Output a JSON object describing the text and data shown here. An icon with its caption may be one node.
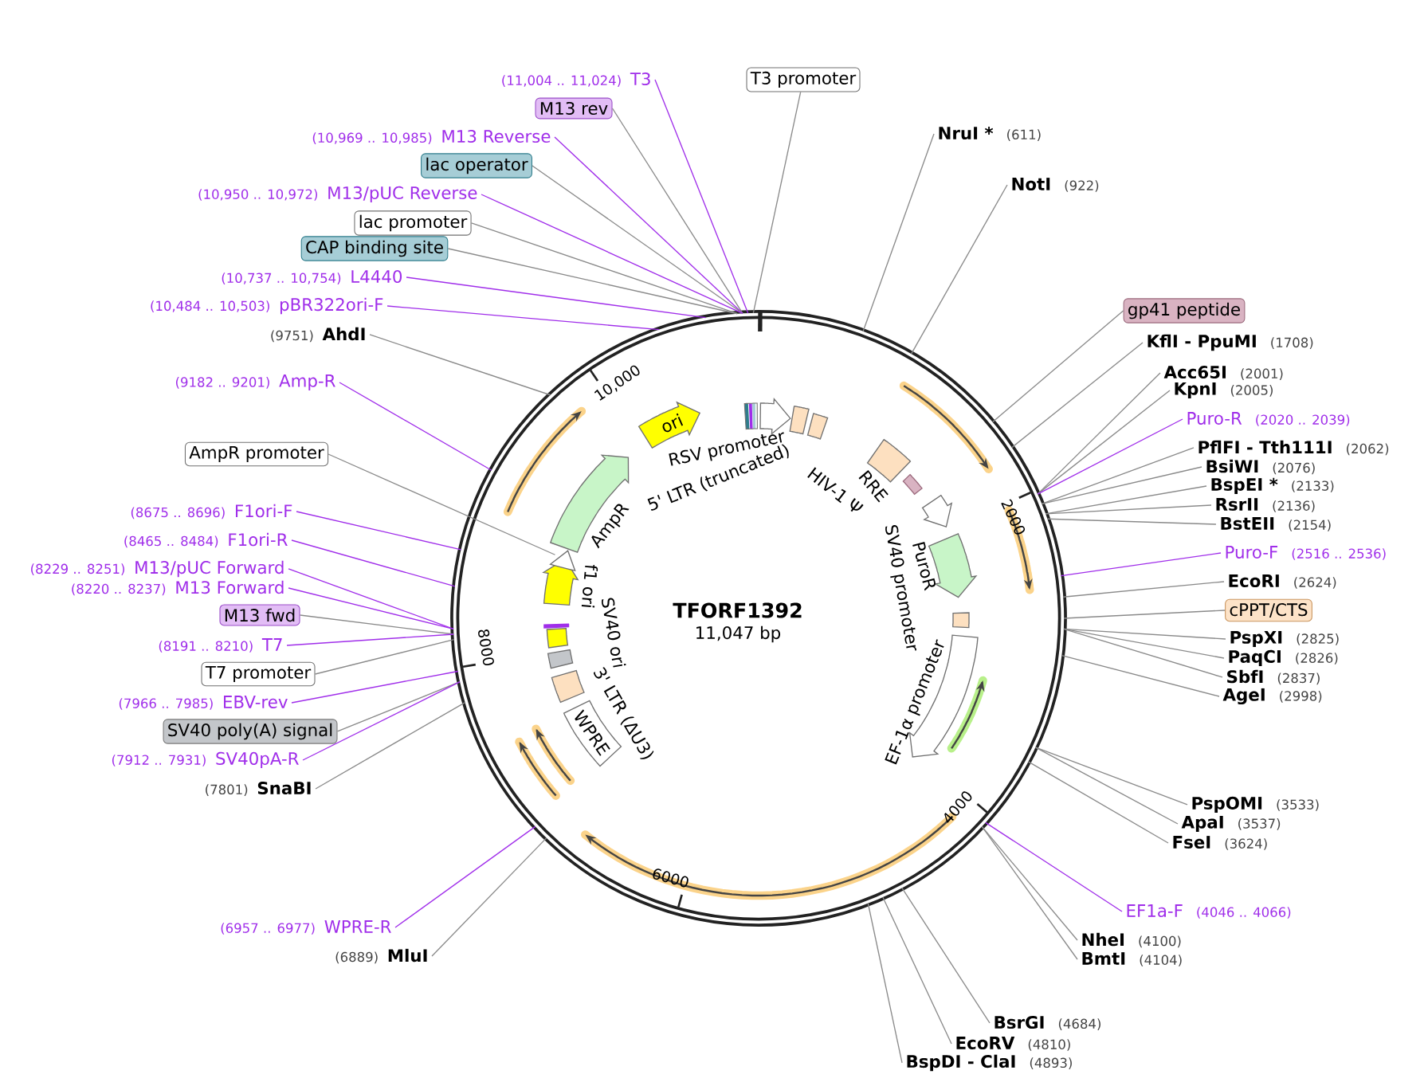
{
  "diagram": {
    "title": "TFORF1392",
    "nodes": [
      {
        "text": [],
        "shape": "circle"
      },
      {
        "text": [
          "(11,004 .. 11,024)",
          "T3"
        ]
      },
      {
        "text": [
          "M13 rev"
        ]
      },
      {
        "text": [
          "(10,969 .. 10,985)",
          "M13 Reverse"
        ]
      },
      {
        "text": [
          "lac operator"
        ]
      },
      {
        "text": [
          "(10,950 .. 10,972)",
          "M13/pUC Reverse"
        ]
      },
      {
        "text": [
          "lac promoter"
        ]
      },
      {
        "text": [
          "CAP binding site"
        ]
      },
      {
        "text": [
          "(10,737 .. 10,754)",
          "L4440"
        ]
      },
      {
        "text": [
          "(10,484 .. 10,503)",
          "pBR322ori-F"
        ]
      },
      {
        "text": [
          "(9751)",
          "AhdI"
        ]
      },
      {
        "text": [
          "(9182 .. 9201)",
          "Amp-R"
        ]
      },
      {
        "text": [
          "AmpR promoter"
        ]
      },
      {
        "text": [
          "(8675 .. 8696)",
          "F1ori-F"
        ]
      },
      {
        "text": [
          "(8465 .. 8484)",
          "F1ori-R"
        ]
      },
      {
        "text": [
          "(8229 .. 8251)",
          "M13/pUC Forward"
        ]
      },
      {
        "text": [
          "(8220 .. 8237)",
          "M13 Forward"
        ]
      },
      {
        "text": [
          "M13 fwd"
        ]
      },
      {
        "text": [
          "(8191 .. 8210)",
          "T7"
        ]
      },
      {
        "text": [
          "T7 promoter"
        ]
      },
      {
        "text": [
          "(7966 .. 7985)",
          "EBV-rev"
        ]
      },
      {
        "text": [
          "SV40 poly(A) signal"
        ]
      },
      {
        "text": [
          "(7912 .. 7931)",
          "SV40pA-R"
        ]
      },
      {
        "text": [
          "(7801)",
          "SnaBI"
        ]
      },
      {
        "text": [
          "(6957 .. 6977)",
          "WPRE-R"
        ]
      },
      {
        "text": [
          "(6889)",
          "MluI"
        ]
      },
      {
        "text": [
          "T3 promoter"
        ]
      },
      {
        "text": [
          "NruI *",
          "(611)"
        ]
      },
      {
        "text": [
          "NotI",
          "(922)"
        ]
      },
      {
        "text": [
          "gp41 peptide"
        ]
      },
      {
        "text": [
          "KflI - PpuMI",
          "(1708)"
        ]
      },
      {
        "text": [
          "Acc65I",
          "(2001)"
        ]
      },
      {
        "text": [
          "KpnI",
          "(2005)"
        ]
      },
      {
        "text": [
          "Puro-R",
          "(2020 .. 2039)"
        ]
      },
      {
        "text": [
          "PflFI - Tth111I",
          "(2062)"
        ]
      },
      {
        "text": [
          "BsiWI",
          "(2076)"
        ]
      },
      {
        "text": [
          "BspEI *",
          "(2133)"
        ]
      },
      {
        "text": [
          "RsrII",
          "(2136)"
        ]
      },
      {
        "text": [
          "BstEII",
          "(2154)"
        ]
      },
      {
        "text": [
          "Puro-F",
          "(2516 .. 2536)"
        ]
      },
      {
        "text": [
          "EcoRI",
          "(2624)"
        ]
      },
      {
        "text": [
          "cPPT/CTS"
        ]
      },
      {
        "text": [
          "PspXI",
          "(2825)"
        ]
      },
      {
        "text": [
          "PaqCI",
          "(2826)"
        ]
      },
      {
        "text": [
          "SbfI",
          "(2837)"
        ]
      },
      {
        "text": [
          "AgeI",
          "(2998)"
        ]
      },
      {
        "text": [
          "PspOMI",
          "(3533)"
        ]
      },
      {
        "text": [
          "ApaI",
          "(3537)"
        ]
      },
      {
        "text": [
          "FseI",
          "(3624)"
        ]
      },
      {
        "text": [
          "EF1a-F",
          "(4046 .. 4066)"
        ]
      },
      {
        "text": [
          "NheI",
          "(4100)"
        ]
      },
      {
        "text": [
          "BmtI",
          "(4104)"
        ]
      },
      {
        "text": [
          "BsrGI",
          "(4684)"
        ]
      },
      {
        "text": [
          "EcoRV",
          "(4810)"
        ]
      },
      {
        "text": [
          "BspDI - ClaI",
          "(4893)"
        ]
      },
      {
        "text": [
          "ori"
        ],
        "in": 0
      },
      {
        "text": [
          "AmpR"
        ],
        "in": 0
      },
      {
        "text": [
          "f1 ori"
        ],
        "in": 0
      },
      {
        "text": [
          "SV40 ori"
        ],
        "in": 0
      },
      {
        "text": [
          "3' LTR (ΔU3)"
        ],
        "in": 0
      },
      {
        "text": [
          "WPRE"
        ],
        "in": 0
      },
      {
        "text": [
          "RSV promoter"
        ],
        "in": 0
      },
      {
        "text": [
          "5' LTR (truncated)"
        ],
        "in": 0
      },
      {
        "text": [
          "HIV-1 Ψ"
        ],
        "in": 0
      },
      {
        "text": [
          "RRE"
        ],
        "in": 0
      },
      {
        "text": [
          "SV40 promoter"
        ],
        "in": 0
      },
      {
        "text": [
          "PuroR"
        ],
        "in": 0
      },
      {
        "text": [
          "EF-1α promoter"
        ],
        "in": 0
      },
      {
        "text": [],
        "shape": "arrow",
        "in": 0
      }
    ],
    "edges": [
      {
        "from": 1,
        "to": 0,
        "arrow": "none",
        "color": "#a02eea"
      },
      {
        "from": 2,
        "to": 0,
        "arrow": "none"
      },
      {
        "from": 3,
        "to": 0,
        "arrow": "none",
        "color": "#a02eea"
      },
      {
        "from": 4,
        "to": 0,
        "arrow": "none"
      },
      {
        "from": 5,
        "to": 0,
        "arrow": "none",
        "color": "#a02eea"
      },
      {
        "from": 6,
        "to": 0,
        "arrow": "none"
      },
      {
        "from": 7,
        "to": 0,
        "arrow": "none"
      },
      {
        "from": 8,
        "to": 0,
        "arrow": "none",
        "color": "#a02eea"
      },
      {
        "from": 9,
        "to": 0,
        "arrow": "none",
        "color": "#a02eea"
      },
      {
        "from": 10,
        "to": 0,
        "arrow": "none"
      },
      {
        "from": 11,
        "to": 0,
        "arrow": "none",
        "color": "#a02eea"
      },
      {
        "from": 12,
        "to": 68,
        "arrow": "none"
      },
      {
        "from": 13,
        "to": 0,
        "arrow": "none",
        "color": "#a02eea"
      },
      {
        "from": 14,
        "to": 0,
        "arrow": "none",
        "color": "#a02eea"
      },
      {
        "from": 15,
        "to": 0,
        "arrow": "none",
        "color": "#a02eea"
      },
      {
        "from": 16,
        "to": 0,
        "arrow": "none",
        "color": "#a02eea"
      },
      {
        "from": 17,
        "to": 0,
        "arrow": "none"
      },
      {
        "from": 18,
        "to": 0,
        "arrow": "none",
        "color": "#a02eea"
      },
      {
        "from": 19,
        "to": 0,
        "arrow": "none"
      },
      {
        "from": 20,
        "to": 0,
        "arrow": "none",
        "color": "#a02eea"
      },
      {
        "from": 21,
        "to": 0,
        "arrow": "none"
      },
      {
        "from": 22,
        "to": 0,
        "arrow": "none",
        "color": "#a02eea"
      },
      {
        "from": 23,
        "to": 0,
        "arrow": "none"
      },
      {
        "from": 24,
        "to": 0,
        "arrow": "none",
        "color": "#a02eea"
      },
      {
        "from": 25,
        "to": 0,
        "arrow": "none"
      },
      {
        "from": 26,
        "to": 0,
        "arrow": "none"
      },
      {
        "from": 27,
        "to": 0,
        "arrow": "none"
      },
      {
        "from": 28,
        "to": 0,
        "arrow": "none"
      },
      {
        "from": 29,
        "to": 0,
        "arrow": "none"
      },
      {
        "from": 30,
        "to": 0,
        "arrow": "none"
      },
      {
        "from": 31,
        "to": 0,
        "arrow": "none"
      },
      {
        "from": 32,
        "to": 0,
        "arrow": "none"
      },
      {
        "from": 33,
        "to": 0,
        "arrow": "none",
        "color": "#a02eea"
      },
      {
        "from": 34,
        "to": 0,
        "arrow": "none"
      },
      {
        "from": 35,
        "to": 0,
        "arrow": "none"
      },
      {
        "from": 36,
        "to": 0,
        "arrow": "none"
      },
      {
        "from": 37,
        "to": 0,
        "arrow": "none"
      },
      {
        "from": 38,
        "to": 0,
        "arrow": "none"
      },
      {
        "from": 39,
        "to": 0,
        "arrow": "none",
        "color": "#a02eea"
      },
      {
        "from": 40,
        "to": 0,
        "arrow": "none"
      },
      {
        "from": 41,
        "to": 0,
        "arrow": "none"
      },
      {
        "from": 42,
        "to": 0,
        "arrow": "none"
      },
      {
        "from": 43,
        "to": 0,
        "arrow": "none"
      },
      {
        "from": 44,
        "to": 0,
        "arrow": "none"
      },
      {
        "from": 45,
        "to": 0,
        "arrow": "none"
      },
      {
        "from": 46,
        "to": 0,
        "arrow": "none"
      },
      {
        "from": 47,
        "to": 0,
        "arrow": "none"
      },
      {
        "from": 48,
        "to": 0,
        "arrow": "none"
      },
      {
        "from": 49,
        "to": 0,
        "arrow": "none",
        "color": "#a02eea"
      },
      {
        "from": 50,
        "to": 0,
        "arrow": "none"
      },
      {
        "from": 51,
        "to": 0,
        "arrow": "none"
      },
      {
        "from": 52,
        "to": 0,
        "arrow": "none"
      },
      {
        "from": 53,
        "to": 0,
        "arrow": "none"
      },
      {
        "from": 54,
        "to": 0,
        "arrow": "none"
      }
    ],
    "labels": [
      "11,047 bp",
      "2000",
      "4000",
      "6000",
      "8000",
      "10,000"
    ]
  }
}
